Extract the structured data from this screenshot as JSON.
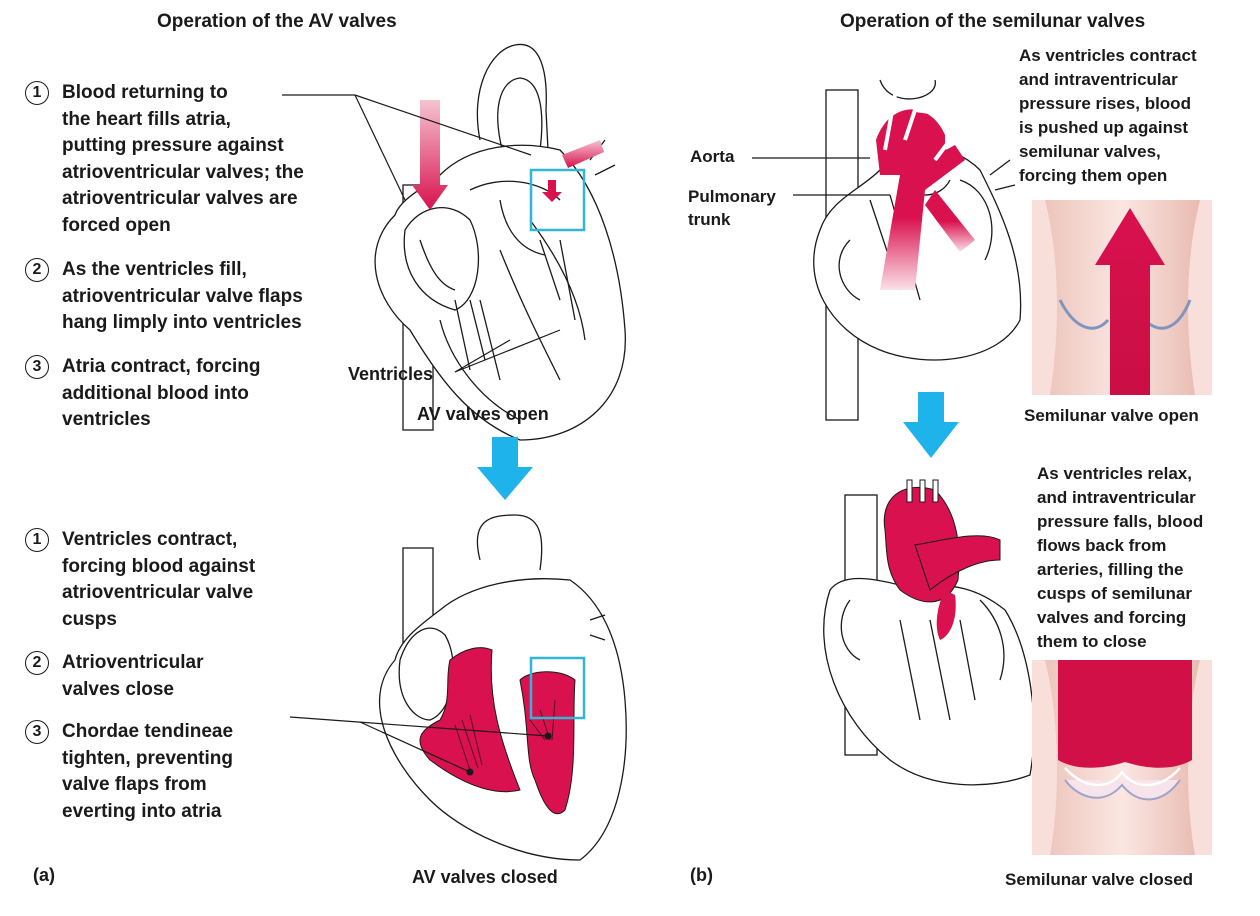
{
  "panel_a": {
    "title": "Operation of the AV valves",
    "letter": "(a)",
    "open_steps": [
      {
        "num": "1",
        "lines": [
          "Blood returning to",
          "the heart fills atria,",
          "putting pressure against",
          "atrioventricular valves; the",
          "atrioventricular valves are",
          "forced open"
        ]
      },
      {
        "num": "2",
        "lines": [
          "As the ventricles fill,",
          "atrioventricular valve flaps",
          "hang limply into ventricles"
        ]
      },
      {
        "num": "3",
        "lines": [
          "Atria contract, forcing",
          "additional blood into",
          "ventricles"
        ]
      }
    ],
    "closed_steps": [
      {
        "num": "1",
        "lines": [
          "Ventricles contract,",
          "forcing blood against",
          "atrioventricular valve",
          "cusps"
        ]
      },
      {
        "num": "2",
        "lines": [
          "Atrioventricular",
          "valves close"
        ]
      },
      {
        "num": "3",
        "lines": [
          "Chordae tendineae",
          "tighten, preventing",
          "valve flaps from",
          "everting into atria"
        ]
      }
    ],
    "ventricles_label": "Ventricles",
    "caption_open": "AV valves open",
    "caption_closed": "AV valves closed"
  },
  "panel_b": {
    "title": "Operation of the semilunar valves",
    "letter": "(b)",
    "aorta_label": "Aorta",
    "pulmonary_label": [
      "Pulmonary",
      "trunk"
    ],
    "open_text": [
      "As ventricles contract",
      "and intraventricular",
      "pressure rises, blood",
      "is pushed up against",
      "semilunar valves,",
      "forcing them open"
    ],
    "closed_text": [
      "As ventricles relax,",
      "and intraventricular",
      "pressure falls, blood",
      "flows back from",
      "arteries, filling the",
      "cusps of semilunar",
      "valves and forcing",
      "them to close"
    ],
    "caption_open": "Semilunar valve open",
    "caption_closed": "Semilunar valve closed"
  },
  "colors": {
    "blood": "#d9114e",
    "arrow": "#1eb3ea",
    "highlight_box": "#31b6d8",
    "vessel_tissue": "#f3d3cc",
    "outline": "#1a1a1a"
  },
  "icons": {
    "down_arrow": "down-arrow-icon"
  }
}
